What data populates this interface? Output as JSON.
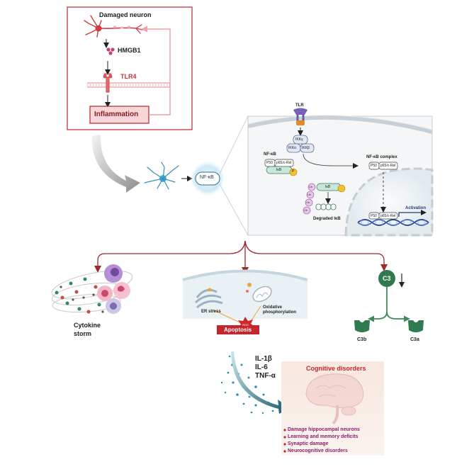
{
  "top_box": {
    "damaged_neuron": "Damaged neuron",
    "hmgb1": "HMGB1",
    "tlr4": "TLR4",
    "inflammation": "Inflammation"
  },
  "neuron": {
    "nfkb": "NF-κB"
  },
  "pathway": {
    "tlr": "TLR",
    "ikky": "IKKγ",
    "ikka": "IKKα",
    "ikkb": "IKKβ",
    "nfkb_label": "NF-κB",
    "p50": "P50",
    "p65": "p65/c-Rel",
    "ikb": "IκB",
    "p": "P",
    "ub": "Ub",
    "degraded": "Degraded IκB",
    "complex": "NF-κB complex",
    "activation": "Activation"
  },
  "cytokine": {
    "line1": "Cytokine",
    "line2": "storm"
  },
  "apoptosis": {
    "er_stress": "ER stress",
    "ox1": "Oxidative",
    "ox2": "phosphorylation",
    "ros": "ROS",
    "label": "Apoptosis"
  },
  "complement": {
    "c3": "C3",
    "c3b": "C3b",
    "c3a": "C3a"
  },
  "cytokines_list": {
    "il1b": "IL-1β",
    "il6": "IL-6",
    "tnfa": "TNF-α"
  },
  "cognitive": {
    "title": "Cognitive disorders",
    "items": [
      "Damage hippocampal neurons",
      "Learning and memory deficits",
      "Synaptic damage",
      "Neurocognitive disorders"
    ]
  },
  "colors": {
    "accent_red": "#b8242a",
    "dark_red": "#8b1a1f",
    "pink": "#e8707a",
    "green": "#3f8b5a",
    "teal": "#1f5b6b",
    "purple": "#8a1f6b"
  }
}
